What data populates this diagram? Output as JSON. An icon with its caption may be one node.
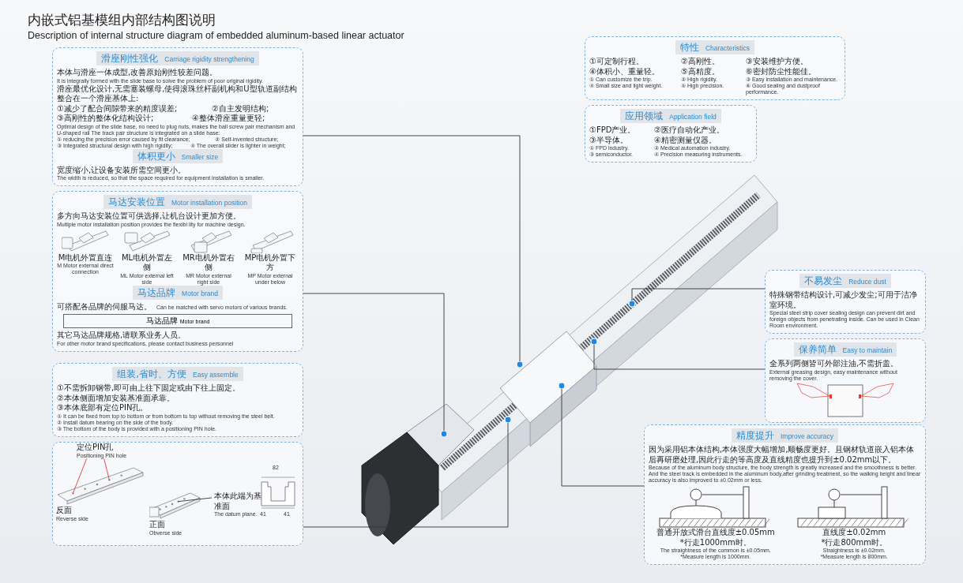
{
  "diagram": {
    "title": "内嵌式铝基模组内部结构图说明",
    "nodes": [
      {
        "text": [
          "本体与滑座一体成型,改善原始刚性较差问题。",
          "It is integrally formed with the slide base to solve the problem of poor original rigidity.",
          "滑座最优化设计,无需塞装螺母,使得滚珠丝杆副机构和U型轨道副结构整合在一个滑座基体上:",
          "①减少了配合间隙带来的精度误差;",
          "②自主发明结构;",
          "③高刚性的整体化结构设计;",
          "④整体滑座重量更轻;",
          "Optimal design of the slide base, no need to plug nuts, makes the ball screw pair mechanism and U-shaped rail The track pair structure is integrated on a slide base:",
          "① reducing the precision error caused by fit clearance;",
          "② Self-invented structure;",
          "③ Integrated structural design with high rigidity;",
          "④ The overall slider is lighter in weight;",
          "宽度缩小,让设备安装所需空间更小。",
          "The width is reduced, so that the space required for equipment installation is smaller."
        ]
      },
      {
        "text": [
          "滑座刚性强化",
          "Carriage rigidity strengthening"
        ],
        "in": 0
      },
      {
        "text": [
          "体积更小",
          "Smaller size"
        ],
        "in": 0
      },
      {
        "text": [
          "多方向马达安装位置可供选择,让机台设计更加方便。",
          "Multiple motor installation position provides the flexibi lity for machine design.",
          "可搭配各品牌的伺服马达。",
          "Can be matched with servo motors of various brands.",
          "其它马达品牌规格,请联系业务人员。",
          "For other motor brand specifications, please contact business personnel"
        ]
      },
      {
        "text": [
          "马达安装位置",
          "Motor installation position"
        ],
        "in": 3
      },
      {
        "text": [],
        "shape": "picture",
        "in": 3,
        "beside": [
          "M电机外置直连",
          "M Motor external direct connection"
        ]
      },
      {
        "text": [],
        "shape": "picture",
        "in": 3,
        "beside": [
          "ML电机外置左侧",
          "ML Motor external left side"
        ]
      },
      {
        "text": [],
        "shape": "picture",
        "in": 3,
        "beside": [
          "MR电机外置右侧",
          "MR Motor external right side"
        ]
      },
      {
        "text": [],
        "shape": "picture",
        "in": 3,
        "beside": [
          "MP电机外置下方",
          "MP Motor external under below"
        ]
      },
      {
        "text": [
          "马达品牌",
          "Motor brand"
        ],
        "in": 3
      },
      {
        "text": [
          "①不需拆卸钢带,即可由上往下固定或由下往上固定。",
          "②本体侧面增加安装基准面承靠。",
          "③本体底部有定位PIN孔。",
          "① It can be fixed from top to bottom or from bottom to top without removing the steel belt.",
          "② Install datum bearing on the side of the body.",
          "③ The bottom of the body is provided with a positioning PIN hole."
        ]
      },
      {
        "text": [
          "组装,省时、方便",
          "Easy assemble"
        ],
        "in": 10
      },
      {
        "text": [],
        "shape": "box"
      },
      {
        "text": [],
        "shape": "picture",
        "in": 12,
        "beside": [
          "反面",
          "Reverse side"
        ]
      },
      {
        "text": [],
        "shape": "picture",
        "in": 12,
        "beside": [
          "正面",
          "Obverse side"
        ]
      },
      {
        "text": [],
        "shape": "picture",
        "in": 12
      },
      {
        "text": [
          "定位PIN孔",
          "Positioning PIN hole"
        ],
        "in": 12
      },
      {
        "text": [
          "本体此端为基准面",
          "The datum plane."
        ],
        "in": 12
      },
      {
        "text": [
          "①可定制行程。",
          "②高刚性。",
          "③安装维护方便。",
          "④体积小、重量轻。",
          "⑤高精度。",
          "⑥密封防尘性能佳。",
          "① Can customize the trip.",
          "② High rigidity.",
          "③ Easy installation and maintenance.",
          "④ Small size and light weight.",
          "⑤ High precision.",
          "⑥ Good sealing and dustproof performance."
        ]
      },
      {
        "text": [
          "特性",
          "Characteristics"
        ],
        "in": 18
      },
      {
        "text": [
          "①FPD产业。",
          "②医疗自动化产业。",
          "③半导体。",
          "④精密测量仪器。",
          "① FPD industry.",
          "② Medical automation industry.",
          "③ semiconductor.",
          "④ Precision measuring instruments."
        ]
      },
      {
        "text": [
          "应用领域",
          "Application field"
        ],
        "in": 20
      },
      {
        "text": [
          "特殊钢带结构设计,可减少发尘;可用于洁净室环境。",
          "Special steel strip cover sealing design can prevent dirt and foreign objects from penetrating inside. Can be used in Clean Room environment."
        ]
      },
      {
        "text": [
          "不易发尘",
          "Reduce dust"
        ],
        "in": 22
      },
      {
        "text": [
          "全系列两侧皆可外部注油,不需折盖。",
          "External greasing design, easy maintenance without removing the cover."
        ]
      },
      {
        "text": [
          "保养简单",
          "Easy to maintain"
        ],
        "in": 24
      },
      {
        "text": [],
        "shape": "picture",
        "in": 24
      },
      {
        "text": [
          "因为采用铝本体结构,本体强度大幅增加,顺畅度更好。且钢材轨道嵌入铝本体后再研磨处理,因此行走的等高度及直线精度也提升到±0.02mm以下。",
          "Because of the aluminum body structure, the body strength is greatly increased and the smoothness is better. And the steel track is embedded in the aluminum body,after grinding treatment, so the walking height and linear accuracy is also improved to ±0.02mm or less."
        ]
      },
      {
        "text": [
          "精度提升",
          "Improve accuracy"
        ],
        "in": 27
      },
      {
        "text": [],
        "shape": "picture",
        "in": 27,
        "beside": [
          "普通开放式滑台直线度±0.05mm",
          "*行走1000mm时。",
          "The straightness of the common is ±0.05mm.",
          "*Measure length is 1000mm."
        ]
      },
      {
        "text": [],
        "shape": "picture",
        "in": 27,
        "beside": [
          "直线度±0.02mm",
          "*行走800mm时。",
          "Straightness is ±0.02mm.",
          "*Measure length is 800mm."
        ]
      },
      {
        "text": [],
        "shape": "picture"
      },
      {
        "text": [],
        "shape": "circle",
        "in": 31
      },
      {
        "text": [],
        "shape": "circle",
        "in": 31
      },
      {
        "text": [],
        "shape": "circle",
        "in": 31
      },
      {
        "text": [],
        "shape": "circle",
        "in": 31
      },
      {
        "text": [],
        "shape": "circle",
        "in": 31
      },
      {
        "text": [],
        "shape": "circle",
        "in": 31
      }
    ],
    "edges": [
      {
        "from": 0,
        "to": 32,
        "arrow": "none"
      },
      {
        "from": 3,
        "to": 33,
        "arrow": "none"
      },
      {
        "from": 12,
        "to": 34,
        "arrow": "none"
      },
      {
        "from": 22,
        "to": 35,
        "arrow": "none"
      },
      {
        "from": 24,
        "to": 36,
        "arrow": "none"
      },
      {
        "from": 27,
        "to": 37,
        "arrow": "none"
      },
      {
        "from": 16,
        "to": 13,
        "arrow": "none",
        "color": "#e53935"
      },
      {
        "from": 16,
        "to": 13,
        "arrow": "none",
        "color": "#e53935"
      },
      {
        "from": 17,
        "to": 14,
        "arrow": "none"
      }
    ],
    "labels": [
      "Description of internal structure diagram of embedded aluminum-based linear actuator",
      "马达品牌",
      "Motor brand",
      "82",
      "41",
      "41"
    ]
  }
}
